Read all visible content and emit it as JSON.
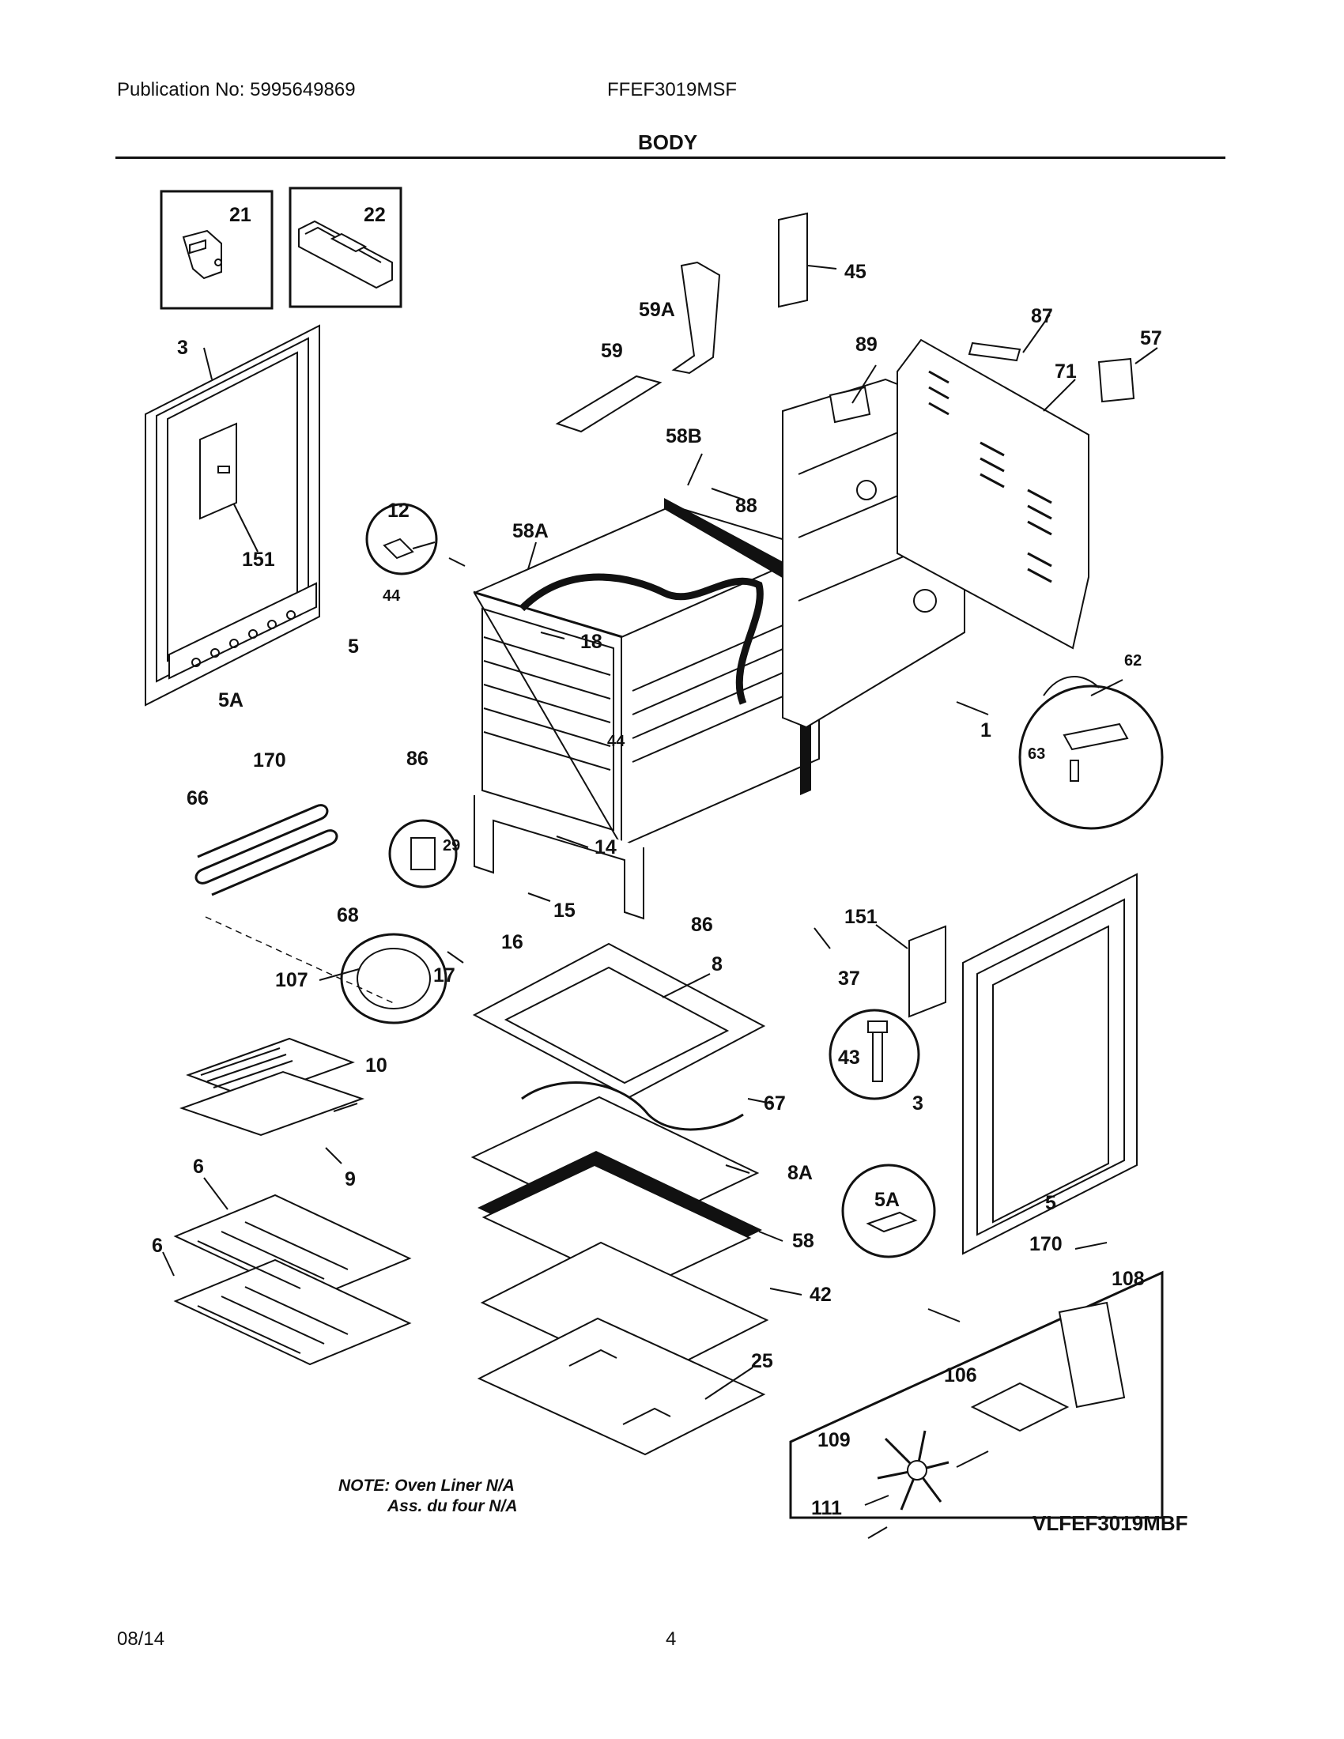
{
  "header": {
    "publication": "Publication No: 5995649869",
    "model": "FFEF3019MSF",
    "section_title": "BODY"
  },
  "notes": {
    "line1": "NOTE: Oven Liner N/A",
    "line2": "Ass. du four N/A"
  },
  "inset_model": "VLFEF3019MBF",
  "footer": {
    "date": "08/14",
    "page": "4"
  },
  "callouts": {
    "c21": "21",
    "c22": "22",
    "c3_left": "3",
    "c151_left": "151",
    "c12": "12",
    "c44_a": "44",
    "c58A": "58A",
    "c58B": "58B",
    "c59": "59",
    "c59A": "59A",
    "c45": "45",
    "c89": "89",
    "c87": "87",
    "c57": "57",
    "c71": "71",
    "c88": "88",
    "c18": "18",
    "c44_b": "44",
    "c5_left": "5",
    "c5A_left": "5A",
    "c170_left": "170",
    "c86_a": "86",
    "c62": "62",
    "c63": "63",
    "c1": "1",
    "c66": "66",
    "c29": "29",
    "c14": "14",
    "c15": "15",
    "c16": "16",
    "c17": "17",
    "c68": "68",
    "c86_b": "86",
    "c151_right": "151",
    "c37": "37",
    "c107": "107",
    "c8": "8",
    "c43": "43",
    "c10": "10",
    "c67": "67",
    "c3_right": "3",
    "c9": "9",
    "c8A": "8A",
    "c5A_right": "5A",
    "c6_a": "6",
    "c6_b": "6",
    "c58": "58",
    "c5_right": "5",
    "c170_right": "170",
    "c42": "42",
    "c108": "108",
    "c25": "25",
    "c106": "106",
    "c109": "109",
    "c111": "111"
  }
}
